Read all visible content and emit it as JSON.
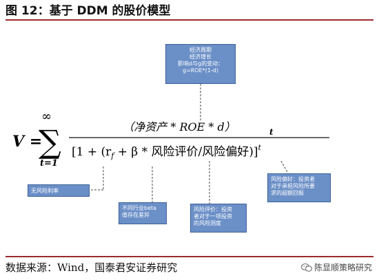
{
  "title": "图 12：基于 DDM 的股价模型",
  "formula": {
    "lhs": "V =",
    "sum_sign": "∑",
    "sum_upper": "∞",
    "sum_lower": "t=1",
    "numerator": "（净资产 * ROE * d）",
    "numerator_subscript": "t",
    "denominator_open": "[1 + (r",
    "rf_subscript": "f",
    "denominator_plus_beta": " + β * 风险评价/风险偏好)]",
    "denominator_superscript": "t"
  },
  "callouts": {
    "growth": [
      "经济周期",
      "经济增长",
      "影响d与g的变动：",
      "g=ROE*(1-d)"
    ],
    "risk_free": [
      "无风险利率"
    ],
    "beta": [
      "不同行业beta",
      "值存在差异"
    ],
    "risk_evaluation": [
      "风险评价：投资",
      "者对于一项投资",
      "的风险测度"
    ],
    "risk_preference": [
      "风险偏好：投资者",
      "对于承担风险所要",
      "求的超额回报"
    ]
  },
  "source": "数据来源：Wind，国泰君安证券研究",
  "watermark": "陈显顺策略研究",
  "colors": {
    "callout_fill": "#6b8fc7",
    "callout_border": "#3d5f96",
    "rule": "#9a2a2a"
  }
}
